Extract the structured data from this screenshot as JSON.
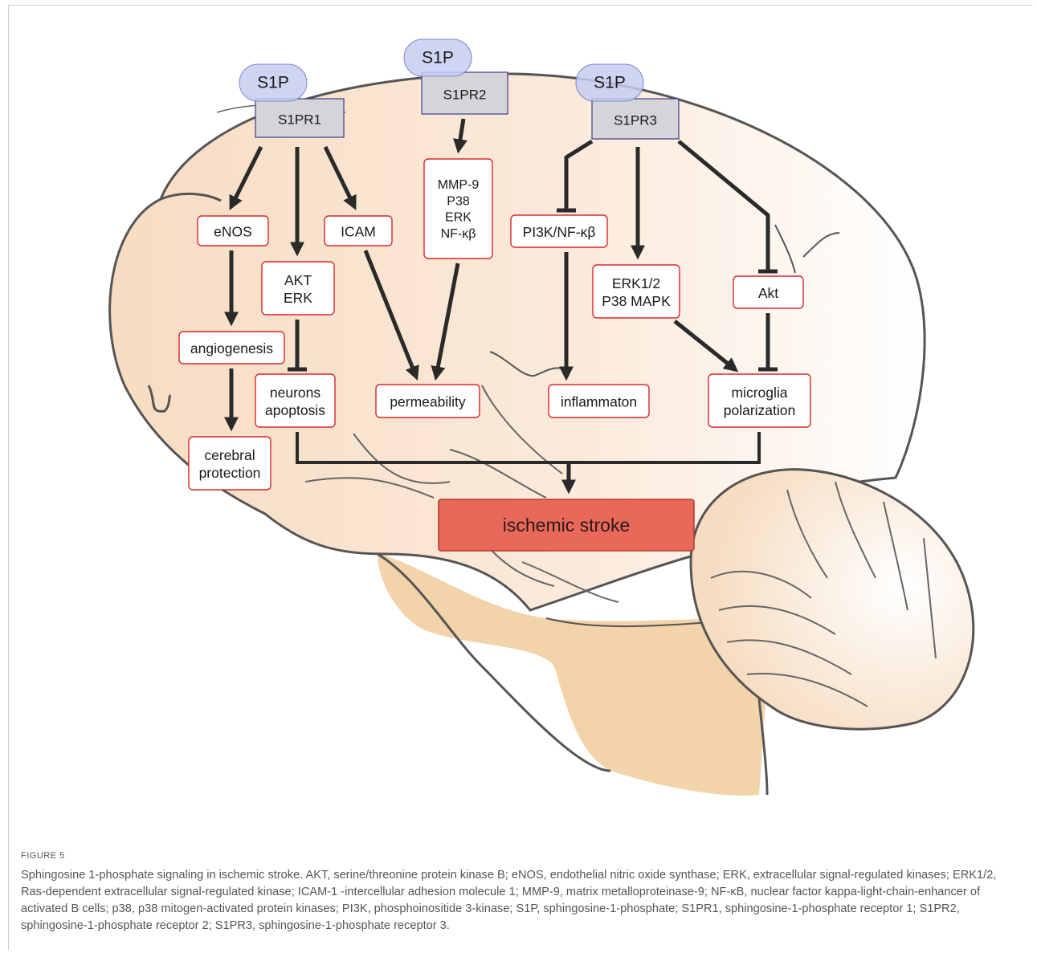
{
  "diagram": {
    "ligand": "S1P",
    "receptors": {
      "r1": "S1PR1",
      "r2": "S1PR2",
      "r3": "S1PR3"
    },
    "nodes": {
      "enos": [
        "eNOS"
      ],
      "akt_erk": [
        "AKT",
        "ERK"
      ],
      "icam": [
        "ICAM"
      ],
      "mmp": [
        "MMP-9",
        "P38",
        "ERK",
        "NF-κβ"
      ],
      "pi3k": [
        "PI3K/NF-κβ"
      ],
      "erk12": [
        "ERK1/2",
        "P38 MAPK"
      ],
      "akt3": [
        "Akt"
      ],
      "angiogenesis": [
        "angiogenesis"
      ],
      "neurons": [
        "neurons",
        "apoptosis"
      ],
      "permeability": [
        "permeability"
      ],
      "inflammaton": [
        "inflammaton"
      ],
      "microglia": [
        "microglia",
        "polarization"
      ],
      "cerebral": [
        "cerebral",
        "protection"
      ]
    },
    "outcome": "ischemic stroke",
    "colors": {
      "node_border": "#d9262b",
      "receptor_fill": "#d5d5d9",
      "receptor_border": "#3b3b8a",
      "ligand_fill": "#c5cdf0",
      "outcome_fill": "#e8685a",
      "brain_fill": "#fbe8d6",
      "brainstem_fill": "#f3d2a8",
      "arrow": "#2a2a2a"
    }
  },
  "caption": {
    "label": "FIGURE 5",
    "text": "Sphingosine 1-phosphate signaling in ischemic stroke. AKT, serine/threonine protein kinase B; eNOS, endothelial nitric oxide synthase; ERK, extracellular signal-regulated kinases; ERK1/2, Ras-dependent extracellular signal-regulated kinase; ICAM-1 -intercellular adhesion molecule 1; MMP-9, matrix metalloproteinase-9; NF-κB, nuclear factor kappa-light-chain-enhancer of activated B cells; p38, p38 mitogen-activated protein kinases; PI3K, phosphoinositide 3-kinase; S1P, sphingosine-1-phosphate; S1PR1, sphingosine-1-phosphate receptor 1; S1PR2, sphingosine-1-phosphate receptor 2; S1PR3, sphingosine-1-phosphate receptor 3."
  }
}
